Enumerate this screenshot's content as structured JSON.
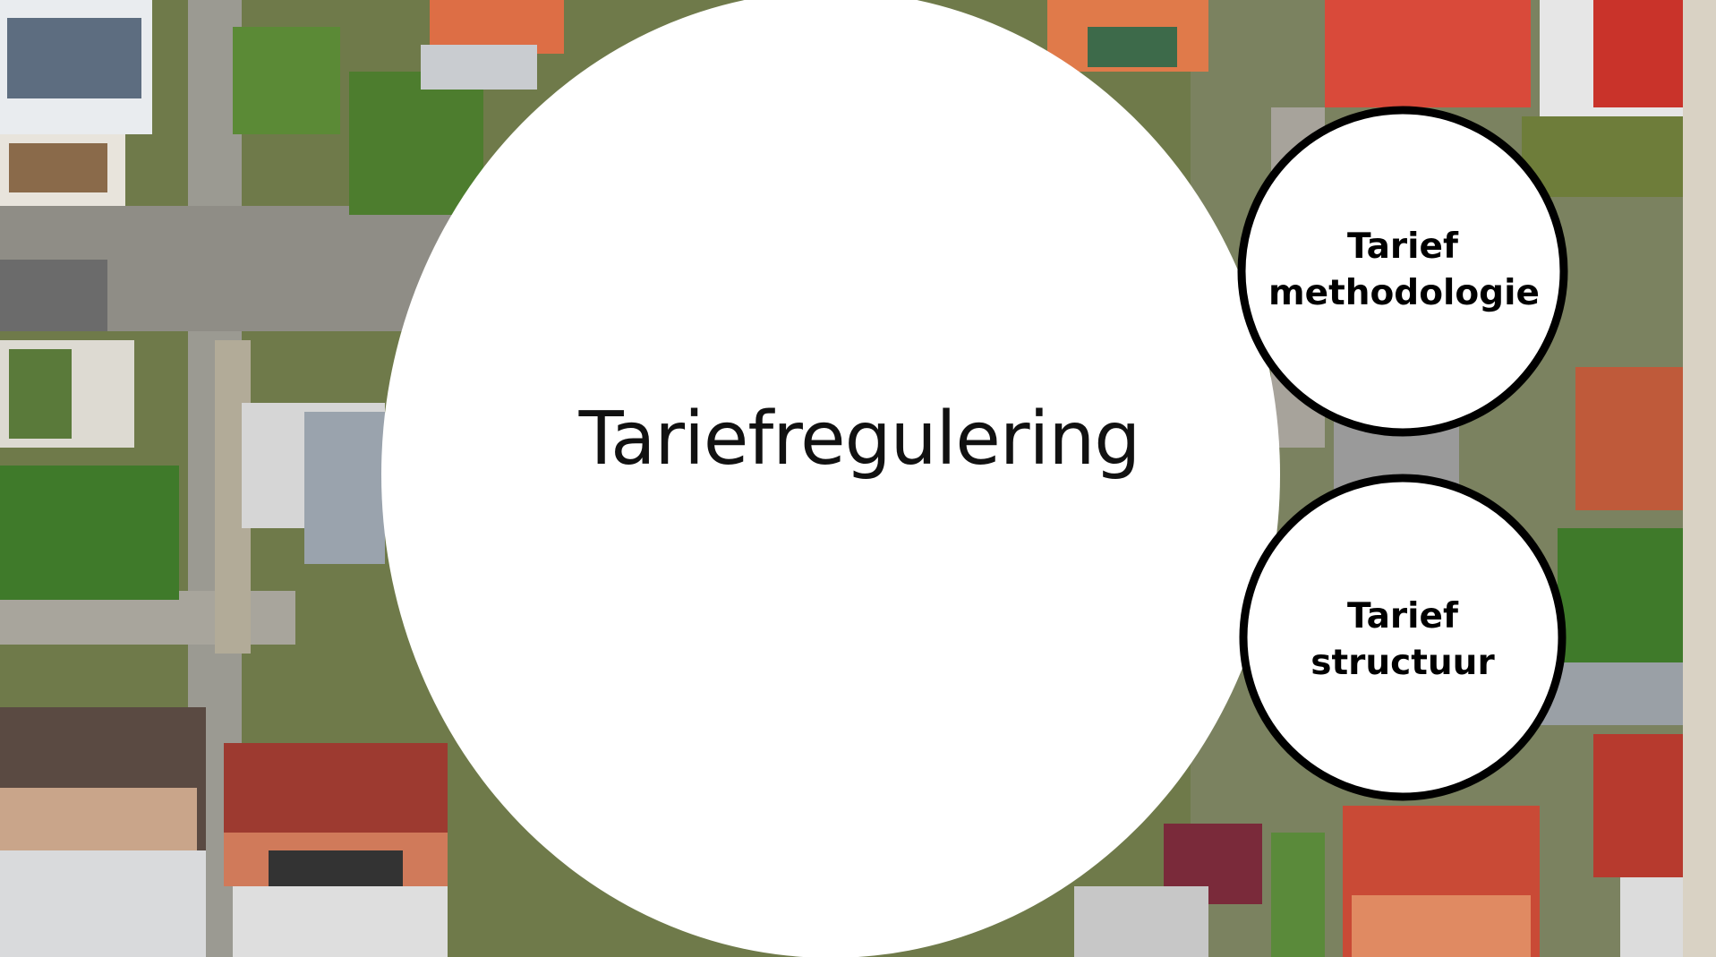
{
  "diagram": {
    "center": {
      "label": "Tariefregulering"
    },
    "nodes": [
      {
        "id": "methodologie",
        "lines": [
          "Tarief",
          "methodologie"
        ]
      },
      {
        "id": "structuur",
        "lines": [
          "Tarief",
          "structuur"
        ]
      }
    ]
  },
  "colors": {
    "circle_fill": "#ffffff",
    "outline": "#000000",
    "text": "#111111"
  }
}
